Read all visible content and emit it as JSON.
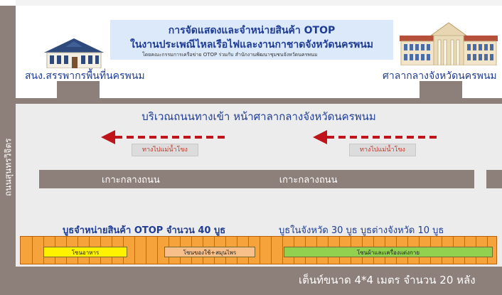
{
  "title": {
    "line1": "การจัดแสดงและจำหน่ายสินค้า OTOP",
    "line2": "ในงานประเพณีไหลเรือไฟและงานกาชาดจังหวัดนครพนม",
    "line3": "โดยคณะกรรมการเครือข่าย OTOP ร่วมกับ สำนักงานพัฒนาชุมชนจังหวัดนครพนม"
  },
  "buildings": {
    "left_label": "สนง.สรรพากรพื้นที่นครพนม",
    "right_label": "ศาลากลางจังหวัดนครพนม"
  },
  "road": {
    "side_label": "ถนนสุนทรวิจิตร",
    "area_title": "บริเวณถนนทางเข้า หน้าศาลากลางจังหวัดนครพนม",
    "arrow_left_label": "ทางไปแม่น้ำโขง",
    "arrow_right_label": "ทางไปแม่น้ำโขง",
    "median_left": "เกาะกลางถนน",
    "median_right": "เกาะกลางถนน",
    "colors": {
      "road": "#8d7f79",
      "arrow": "#c0141b",
      "title": "#1f3d95",
      "booth": "#f5a33a"
    }
  },
  "booths": {
    "title_left": "บูธจำหน่ายสินค้า OTOP จำนวน 40 บูธ",
    "title_right": "บูธในจังหวัด 30 บูธ   บูธต่างจังหวัด 10 บูธ",
    "zone_food": "โซนอาหาร",
    "zone_herbal": "โซนของใช้+สมุนไพร",
    "zone_textile": "โซนผ้าและเครื่องแต่งกาย",
    "zone_colors": {
      "food": "#fff200",
      "herbal": "#f7c08a",
      "textile": "#92d050"
    }
  },
  "footer": {
    "tent_text": "เต็นท์ขนาด 4*4 เมตร จำนวน 20 หลัง"
  }
}
